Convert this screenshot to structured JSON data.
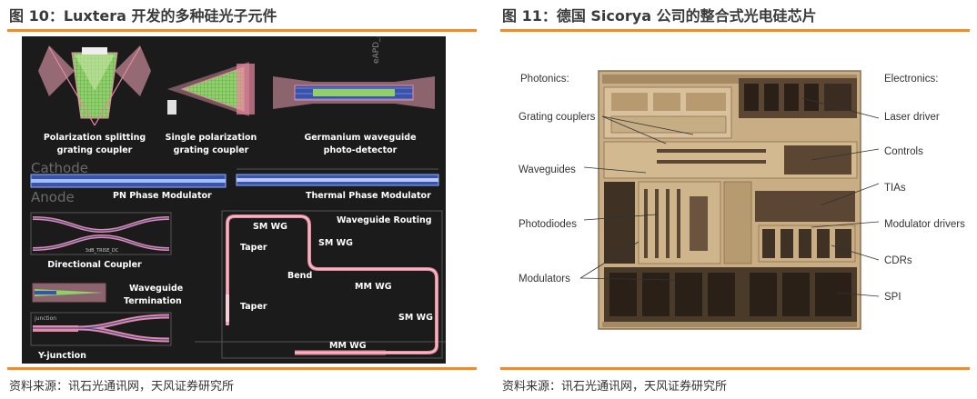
{
  "left": {
    "title": "图 10：Luxtera 开发的多种硅光子元件",
    "source": "资料来源：讯石光通讯网，天风证券研究所",
    "labels": {
      "pol_split_1": "Polarization splitting",
      "pol_split_2": "grating coupler",
      "single_pol_1": "Single polarization",
      "single_pol_2": "grating coupler",
      "germanium_1": "Germanium waveguide",
      "germanium_2": "photo-detector",
      "cathode": "Cathode",
      "anode": "Anode",
      "pn_phase": "PN Phase Modulator",
      "thermal_phase": "Thermal Phase Modulator",
      "directional": "Directional Coupler",
      "wg_term_1": "Waveguide",
      "wg_term_2": "Termination",
      "y_junction": "Y-junction",
      "junction_small": "junction",
      "wg_routing": "Waveguide Routing",
      "sm_wg_1": "SM WG",
      "sm_wg_2": "SM WG",
      "taper_1": "Taper",
      "taper_2": "Taper",
      "bend": "Bend",
      "mm_wg_1": "MM WG",
      "sm_wg_3": "SM WG",
      "mm_wg_2": "MM WG",
      "hybrid": "eAPD_..._Hybrid",
      "dc_tag": "3dB_TRISE_DC"
    }
  },
  "right": {
    "title": "图 11：德国 Sicorya 公司的整合式光电硅芯片",
    "source": "资料来源：讯石光通讯网，天风证券研究所",
    "labels": {
      "photonics": "Photonics:",
      "grating": "Grating couplers",
      "waveguides": "Waveguides",
      "photodiodes": "Photodiodes",
      "modulators": "Modulators",
      "electronics": "Electronics:",
      "laser_driver": "Laser driver",
      "controls": "Controls",
      "tias": "TIAs",
      "mod_drivers": "Modulator drivers",
      "cdrs": "CDRs",
      "spi": "SPI"
    }
  },
  "colors": {
    "accent": "#f08c24",
    "chip_bg": "#c9ad84",
    "chip_dark": "#5a4632",
    "wg_pink": "#e88aa0",
    "wg_blue": "#3f5fc0",
    "wg_green": "#7fbf5f"
  }
}
